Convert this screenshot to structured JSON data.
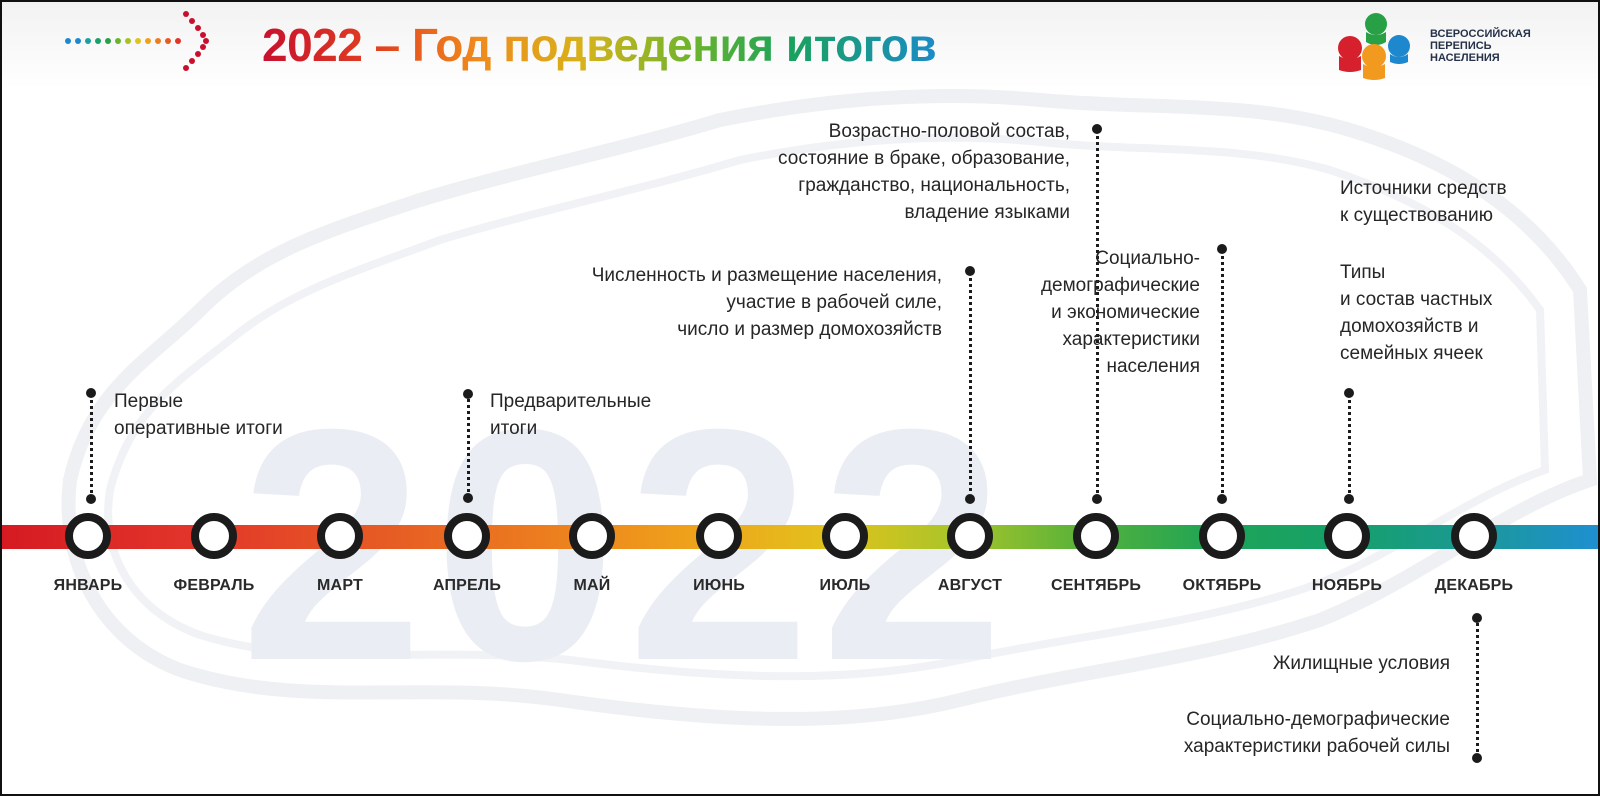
{
  "header": {
    "title": "2022 – Год подведения итогов",
    "logo_lines": [
      "ВСЕРОССИЙСКАЯ",
      "ПЕРЕПИСЬ",
      "НАСЕЛЕНИЯ"
    ]
  },
  "watermark": "2022",
  "timeline": {
    "months": [
      "ЯНВАРЬ",
      "ФЕВРАЛЬ",
      "МАРТ",
      "АПРЕЛЬ",
      "МАЙ",
      "ИЮНЬ",
      "ИЮЛЬ",
      "АВГУСТ",
      "СЕНТЯБРЬ",
      "ОКТЯБРЬ",
      "НОЯБРЬ",
      "ДЕКАБРЬ"
    ]
  },
  "events": {
    "jan": [
      "Первые",
      "оперативные итоги"
    ],
    "apr": [
      "Предварительные",
      "итоги"
    ],
    "aug": [
      "Численность и размещение населения,",
      "участие в рабочей силе,",
      "число и размер домохозяйств"
    ],
    "sep": [
      "Возрастно-половой состав,",
      "состояние в браке, образование,",
      "гражданство, национальность,",
      "владение языками"
    ],
    "oct": [
      "Социально-",
      "демографические",
      "и экономические",
      "характеристики",
      "населения"
    ],
    "nov_a": [
      "Источники средств",
      "к существованию"
    ],
    "nov_b": [
      "Типы",
      "и состав частных",
      "домохозяйств и",
      "семейных ячеек"
    ],
    "dec_a": [
      "Жилищные условия"
    ],
    "dec_b": [
      "Социально-демографические",
      "характеристики рабочей силы"
    ]
  },
  "colors": {
    "timeline_start": "#d51a22",
    "timeline_end": "#1f8fd1",
    "node_border": "#1b1b1b",
    "logo_red": "#d6202d",
    "logo_green": "#27a046",
    "logo_orange": "#f29a1f",
    "logo_blue": "#1e88cf"
  },
  "icons": [
    "arrow-dots-icon",
    "census-logo-icon",
    "russia-map-background"
  ]
}
